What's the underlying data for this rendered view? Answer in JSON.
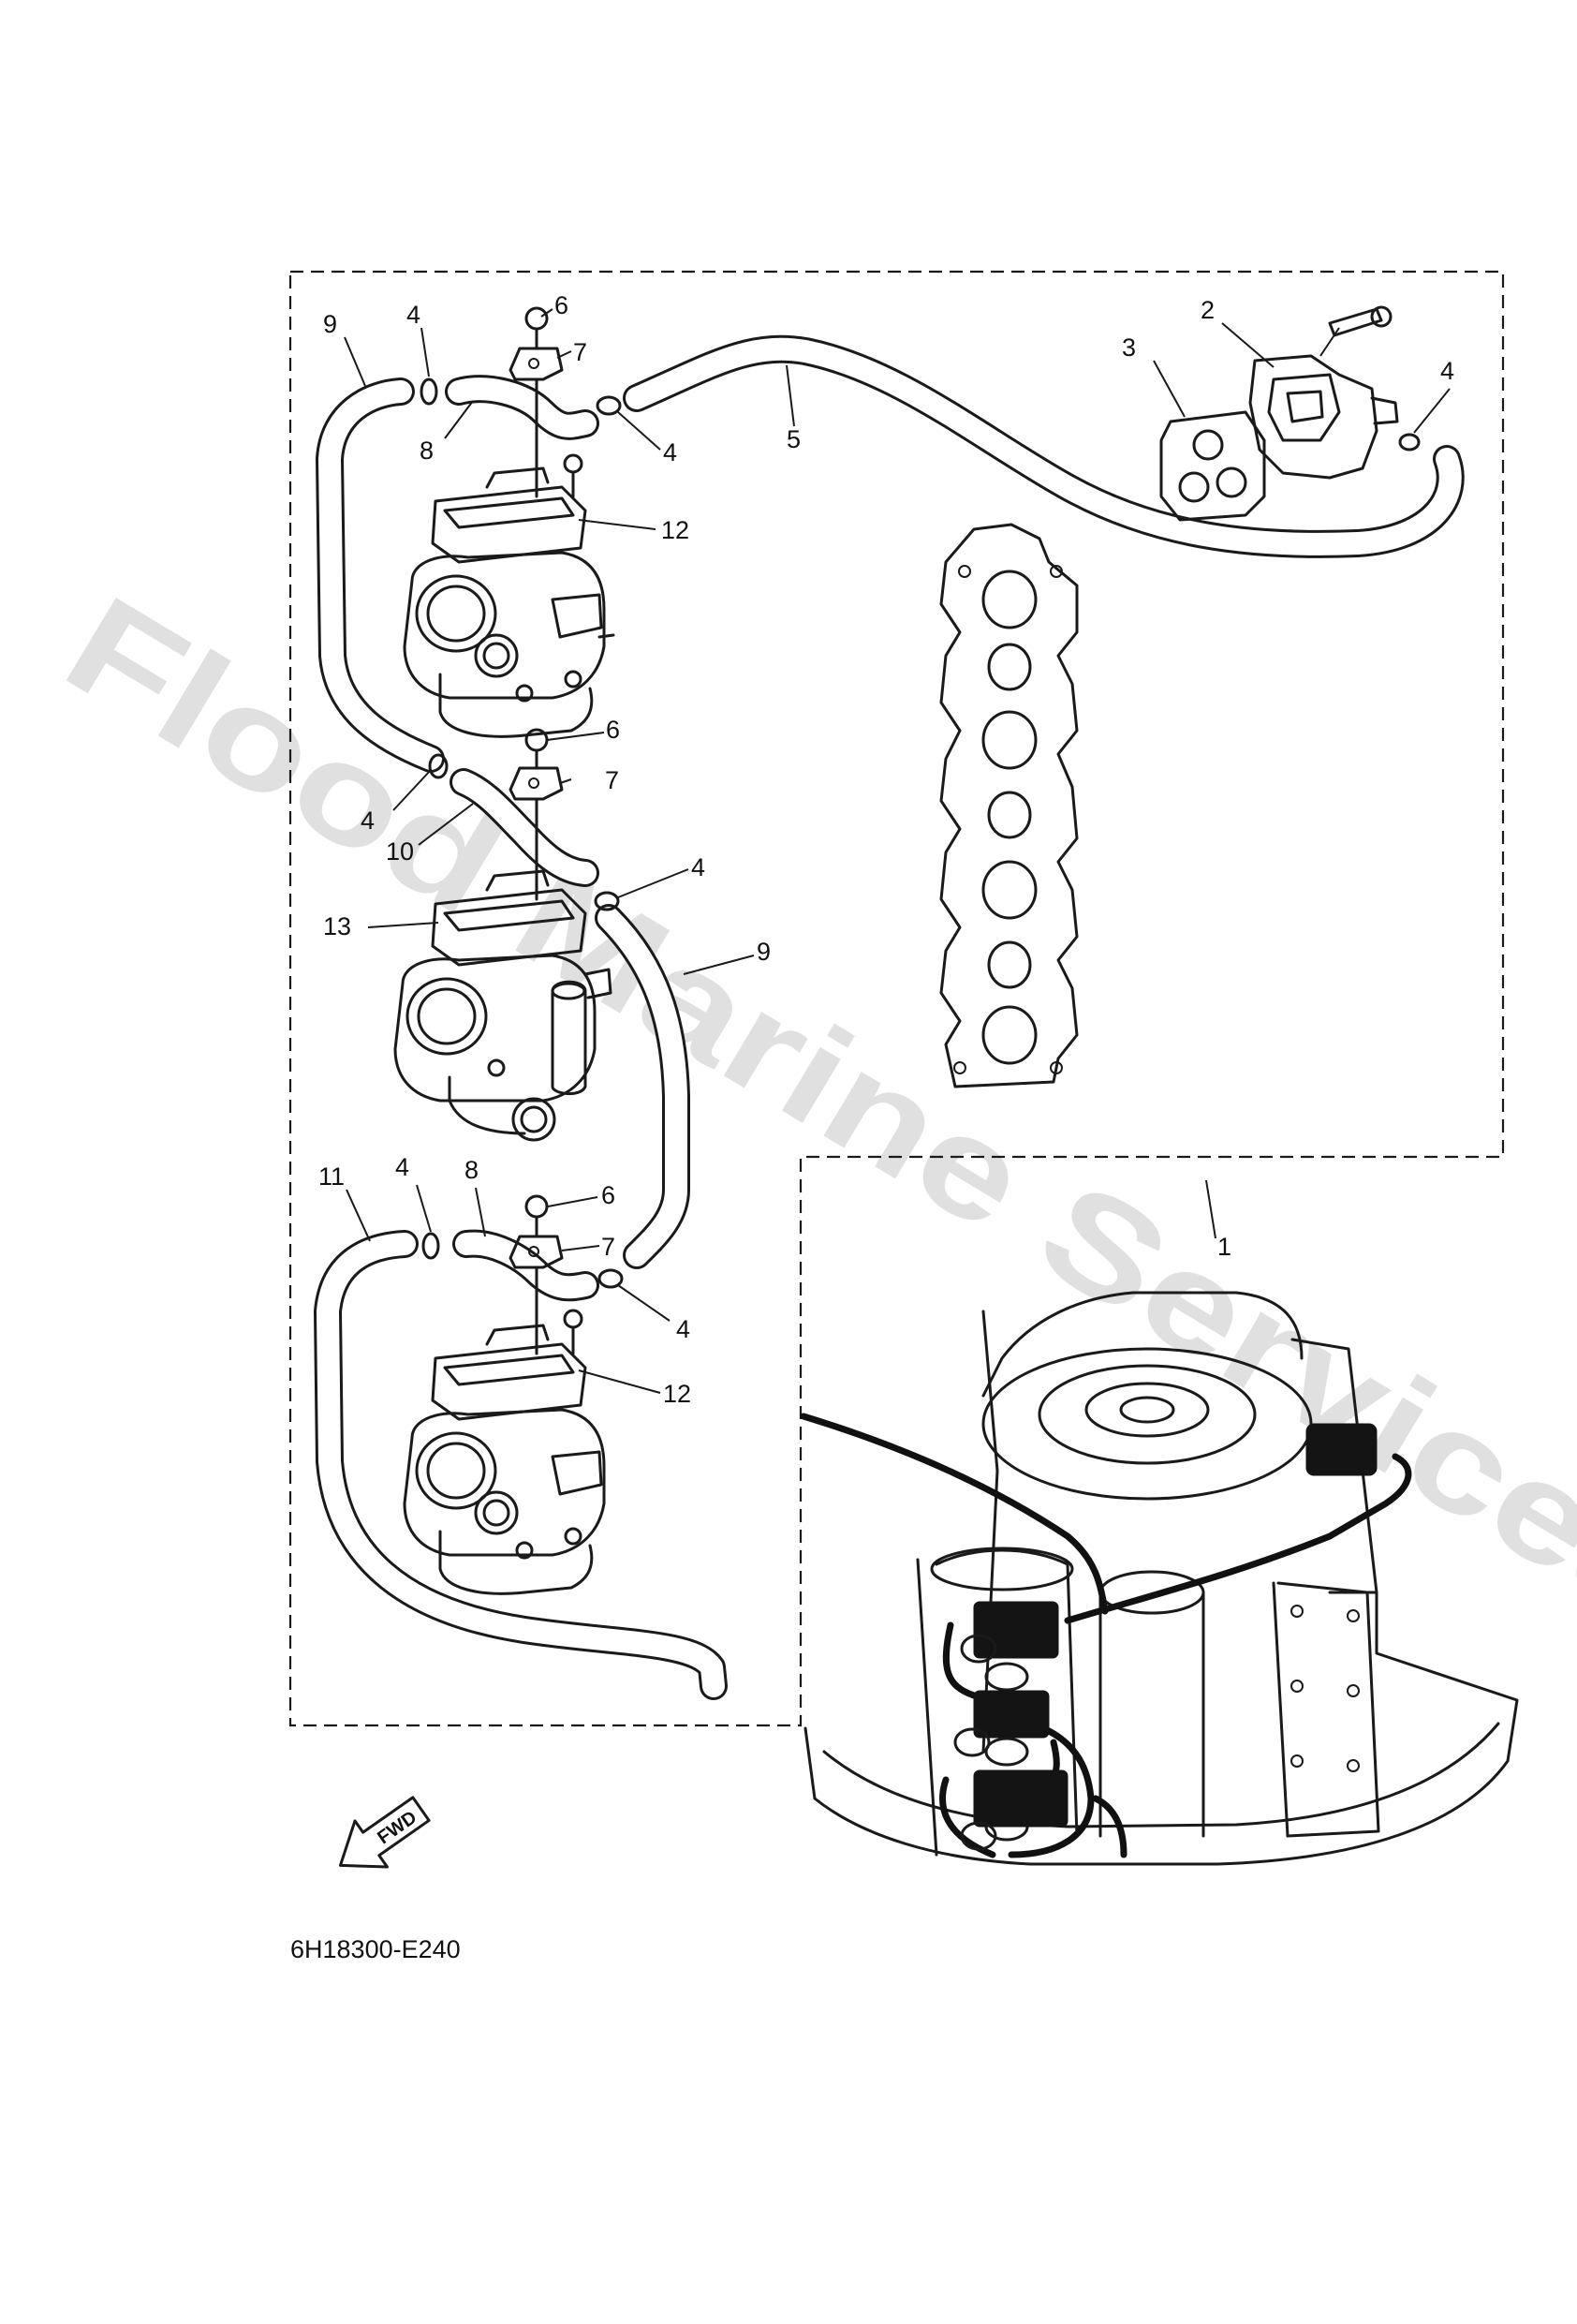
{
  "diagram_code": "6H18300-E240",
  "fwd_label": "FWD",
  "watermark": "Flood Marine Services",
  "callouts": [
    {
      "id": "c9a",
      "label": "9"
    },
    {
      "id": "c4a",
      "label": "4"
    },
    {
      "id": "c6a",
      "label": "6"
    },
    {
      "id": "c7a",
      "label": "7"
    },
    {
      "id": "c8a",
      "label": "8"
    },
    {
      "id": "c4b",
      "label": "4"
    },
    {
      "id": "c5",
      "label": "5"
    },
    {
      "id": "c3",
      "label": "3"
    },
    {
      "id": "c2",
      "label": "2"
    },
    {
      "id": "c4c",
      "label": "4"
    },
    {
      "id": "c12a",
      "label": "12"
    },
    {
      "id": "c6b",
      "label": "6"
    },
    {
      "id": "c7b",
      "label": "7"
    },
    {
      "id": "c4d",
      "label": "4"
    },
    {
      "id": "c10",
      "label": "10"
    },
    {
      "id": "c4e",
      "label": "4"
    },
    {
      "id": "c9b",
      "label": "9"
    },
    {
      "id": "c13",
      "label": "13"
    },
    {
      "id": "c11",
      "label": "11"
    },
    {
      "id": "c4f",
      "label": "4"
    },
    {
      "id": "c8b",
      "label": "8"
    },
    {
      "id": "c6c",
      "label": "6"
    },
    {
      "id": "c7c",
      "label": "7"
    },
    {
      "id": "c4g",
      "label": "4"
    },
    {
      "id": "c12b",
      "label": "12"
    },
    {
      "id": "c1",
      "label": "1"
    }
  ]
}
